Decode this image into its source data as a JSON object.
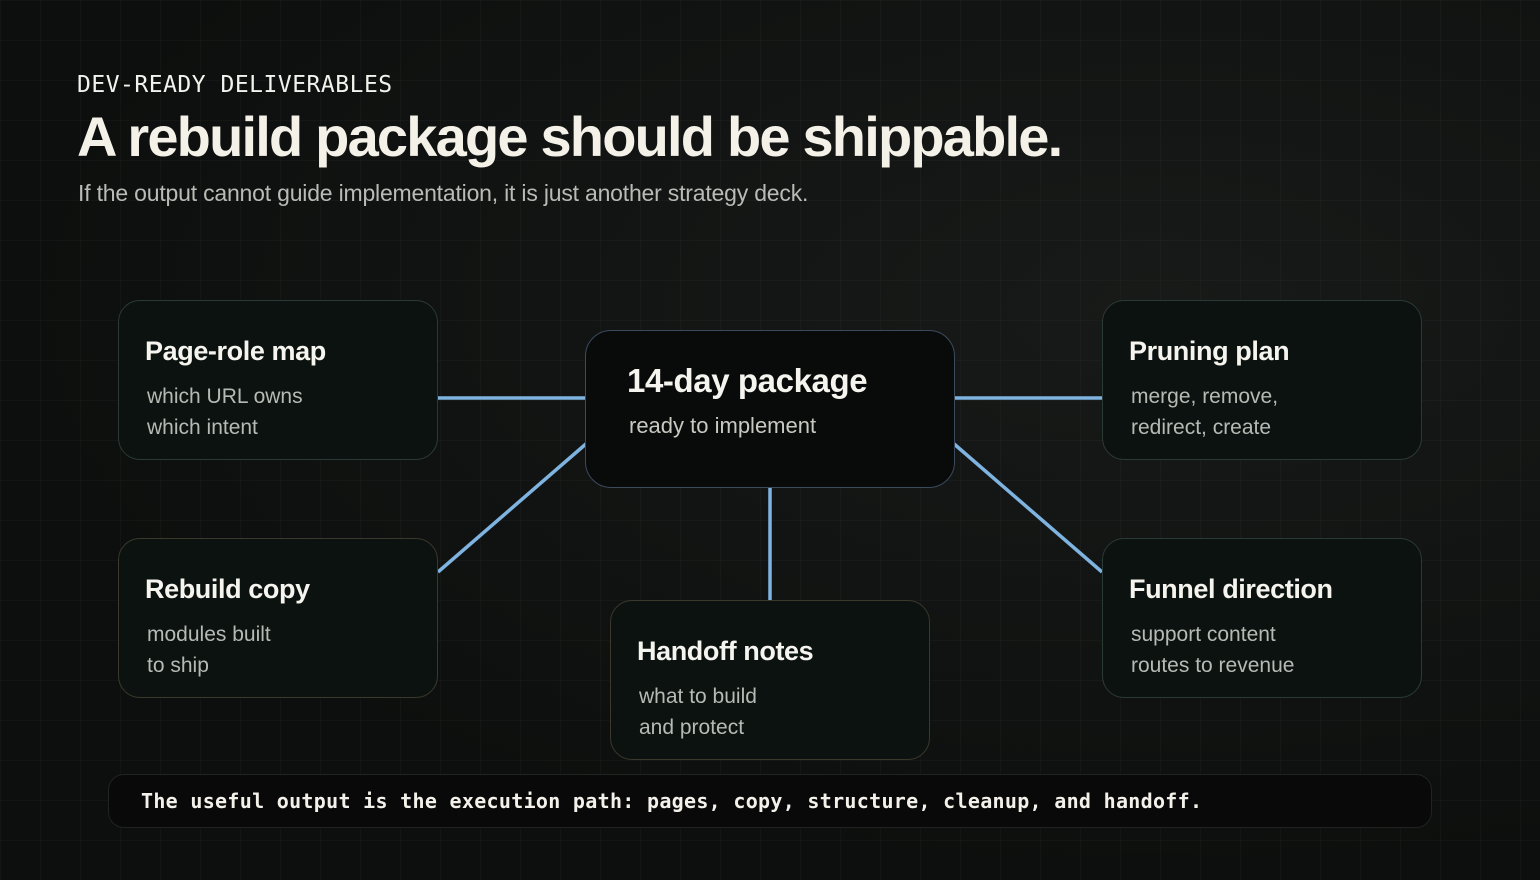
{
  "header": {
    "eyebrow": "DEV-READY DELIVERABLES",
    "title": "A rebuild package should be shippable.",
    "subtitle": "If the output cannot guide implementation, it is just another strategy deck."
  },
  "center": {
    "title": "14-day package",
    "subtitle": "ready to implement"
  },
  "cards": {
    "page_role_map": {
      "title": "Page-role map",
      "lines": [
        "which URL owns",
        "which intent"
      ]
    },
    "pruning_plan": {
      "title": "Pruning plan",
      "lines": [
        "merge, remove,",
        "redirect, create"
      ]
    },
    "rebuild_copy": {
      "title": "Rebuild copy",
      "lines": [
        "modules built",
        "to ship"
      ]
    },
    "handoff_notes": {
      "title": "Handoff notes",
      "lines": [
        "what to build",
        "and protect"
      ]
    },
    "funnel_direction": {
      "title": "Funnel direction",
      "lines": [
        "support content",
        "routes to revenue"
      ]
    }
  },
  "footer": {
    "text": "The useful output is the execution path: pages, copy, structure, cleanup, and handoff."
  },
  "colors": {
    "connector": "#7fb3e0",
    "headline": "#f4f1e8",
    "background": "#101211"
  }
}
